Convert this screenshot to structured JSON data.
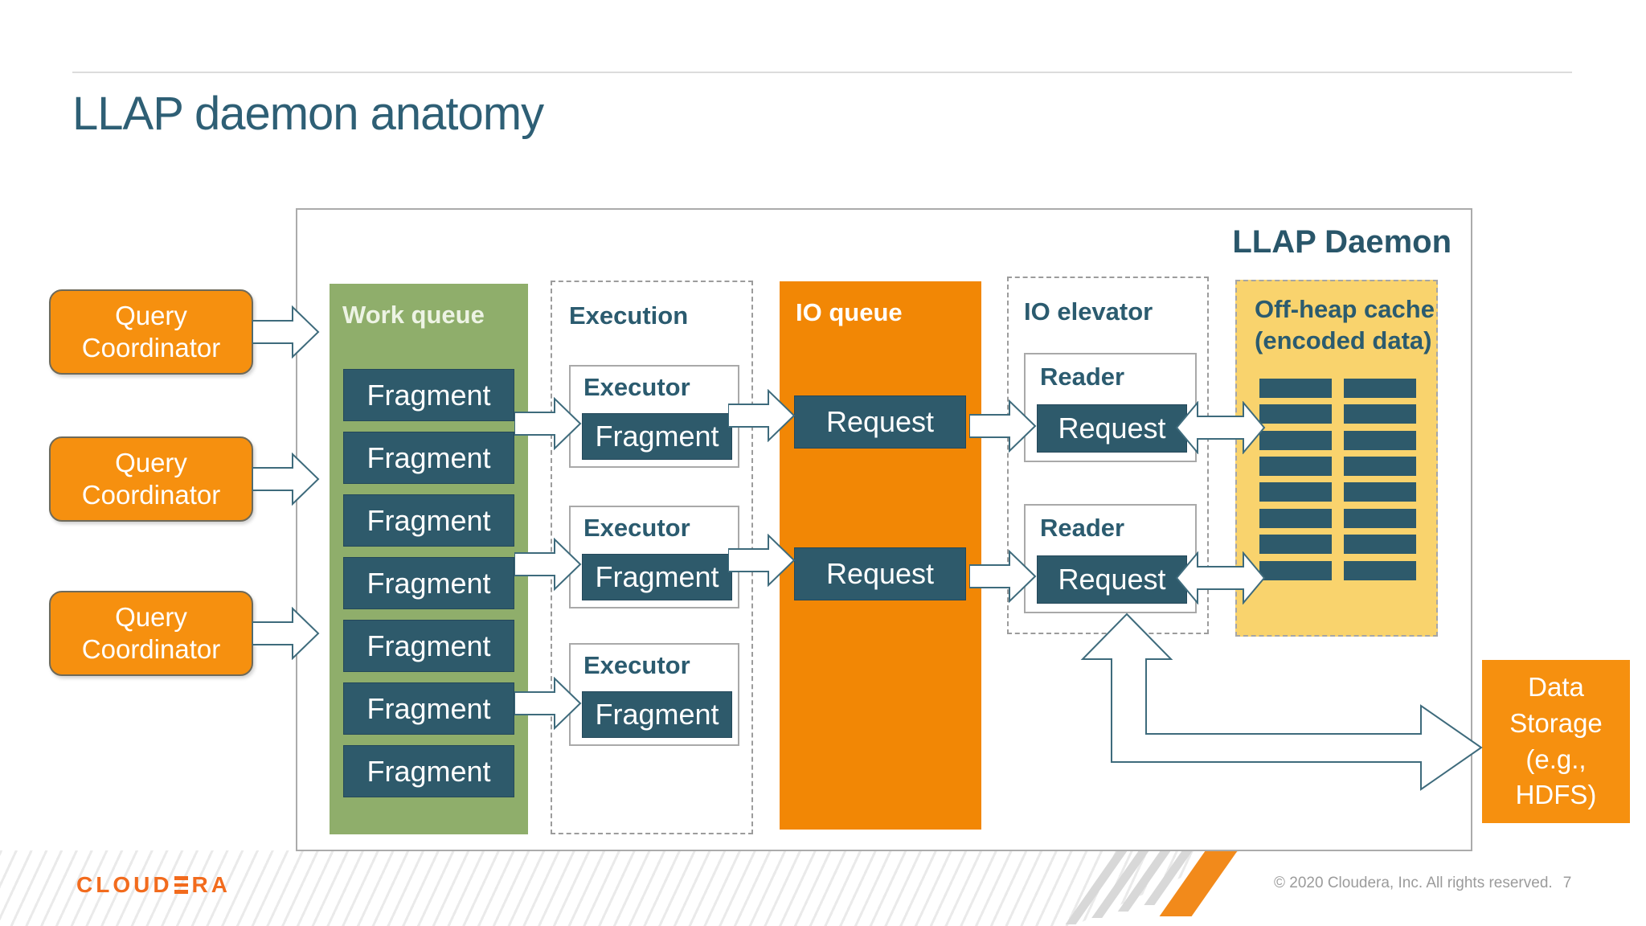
{
  "slide": {
    "title": "LLAP daemon anatomy",
    "footer": {
      "logo_prefix": "CLOUD",
      "logo_suffix": "RA",
      "copyright": "© 2020 Cloudera, Inc. All rights reserved.",
      "page_number": "7"
    },
    "colors": {
      "orange_box": "#F6900F",
      "io_queue_orange": "#F28705",
      "dark_teal_box": "#2E5A6B",
      "teal_text": "#2B5B6F",
      "title_teal": "#2E5F75",
      "work_queue_green": "#8FAE6B",
      "cache_yellow": "#F9D36D",
      "logo_orange": "#F26B1D",
      "stripe_orange": "#F28A1B",
      "border_gray": "#ABABAB",
      "footer_gray": "#9B9B9B"
    }
  },
  "diagram": {
    "container_label": "LLAP Daemon",
    "query_coordinators": [
      {
        "label": "Query\nCoordinator"
      },
      {
        "label": "Query\nCoordinator"
      },
      {
        "label": "Query\nCoordinator"
      }
    ],
    "work_queue": {
      "label": "Work queue",
      "fragments": [
        "Fragment",
        "Fragment",
        "Fragment",
        "Fragment",
        "Fragment",
        "Fragment",
        "Fragment"
      ]
    },
    "execution": {
      "label": "Execution",
      "executors": [
        {
          "label": "Executor",
          "fragment": "Fragment"
        },
        {
          "label": "Executor",
          "fragment": "Fragment"
        },
        {
          "label": "Executor",
          "fragment": "Fragment"
        }
      ]
    },
    "io_queue": {
      "label": "IO queue",
      "requests": [
        "Request",
        "Request"
      ]
    },
    "io_elevator": {
      "label": "IO elevator",
      "readers": [
        {
          "label": "Reader",
          "request": "Request"
        },
        {
          "label": "Reader",
          "request": "Request"
        }
      ]
    },
    "off_heap_cache": {
      "label": "Off-heap cache\n(encoded data)",
      "grid_columns": 2,
      "grid_rows": 8
    },
    "data_storage": {
      "label": "Data\nStorage\n(e.g.,\nHDFS)"
    }
  }
}
